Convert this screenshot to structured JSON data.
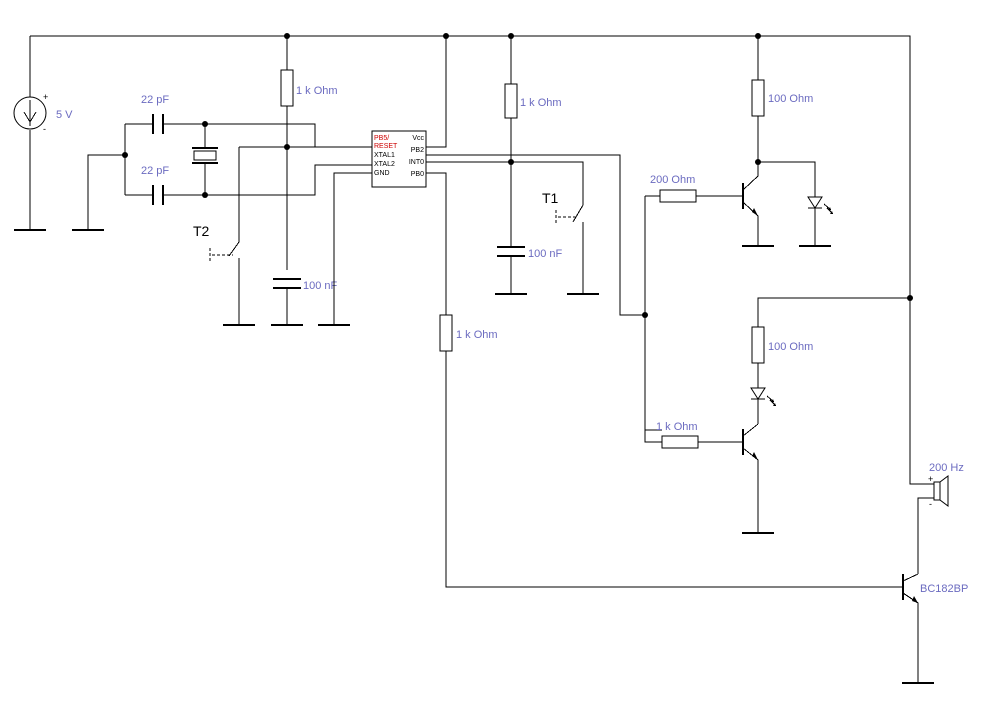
{
  "source": {
    "label": "5 V"
  },
  "crystal_caps": [
    {
      "label": "22 pF"
    },
    {
      "label": "22 pF"
    }
  ],
  "resistors": {
    "reset_pullup": "1 k Ohm",
    "int_pullup": "1 k Ohm",
    "led1_series": "100  Ohm",
    "led2_series": "100  Ohm",
    "q1_base": "200  Ohm",
    "q2_base": "1 k Ohm",
    "buzzer_base": "1 k Ohm"
  },
  "capacitors": {
    "reset_cap": "100 nF",
    "int_cap": "100 nF"
  },
  "switches": {
    "t1": "T1",
    "t2": "T2"
  },
  "mcu": {
    "pins_left": [
      "PB5/",
      "RESET",
      "XTAL1",
      "XTAL2",
      "GND"
    ],
    "pins_right": [
      "Vcc",
      "PB2",
      "INT0",
      "PB0"
    ]
  },
  "buzzer": {
    "label": "200 Hz"
  },
  "transistor_out": {
    "label": "BC182BP"
  },
  "signs": {
    "plus": "+",
    "minus": "-"
  }
}
